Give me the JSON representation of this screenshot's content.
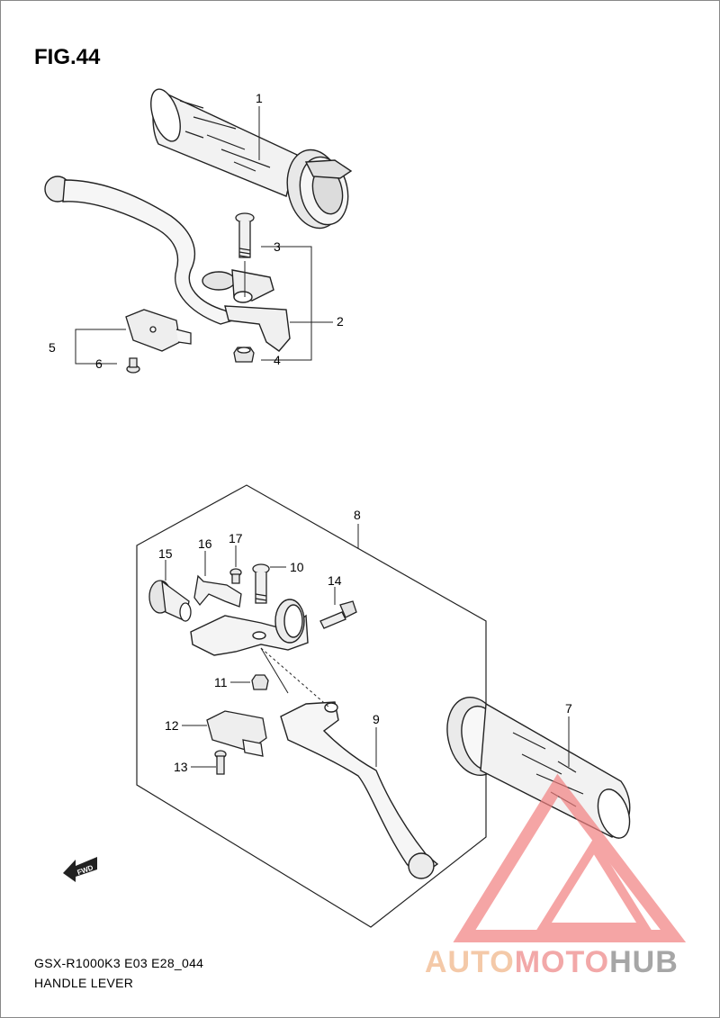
{
  "figure": {
    "title": "FIG.44"
  },
  "footer": {
    "model_code": "GSX-R1000K3 E03 E28_044",
    "section_name": "HANDLE LEVER"
  },
  "fwd_label": "FWD",
  "watermark": {
    "part1": "AUTO",
    "part2": "MOTO",
    "part3": "HUB",
    "colors": {
      "auto": "#f4c9a8",
      "moto": "#f2a8a8",
      "hub": "#a6a6a6",
      "logo": "#f28080"
    }
  },
  "callouts": {
    "c1": "1",
    "c2": "2",
    "c3": "3",
    "c4": "4",
    "c5": "5",
    "c6": "6",
    "c7": "7",
    "c8": "8",
    "c9": "9",
    "c10": "10",
    "c11": "11",
    "c12": "12",
    "c13": "13",
    "c14": "14",
    "c15": "15",
    "c16": "16",
    "c17": "17"
  }
}
